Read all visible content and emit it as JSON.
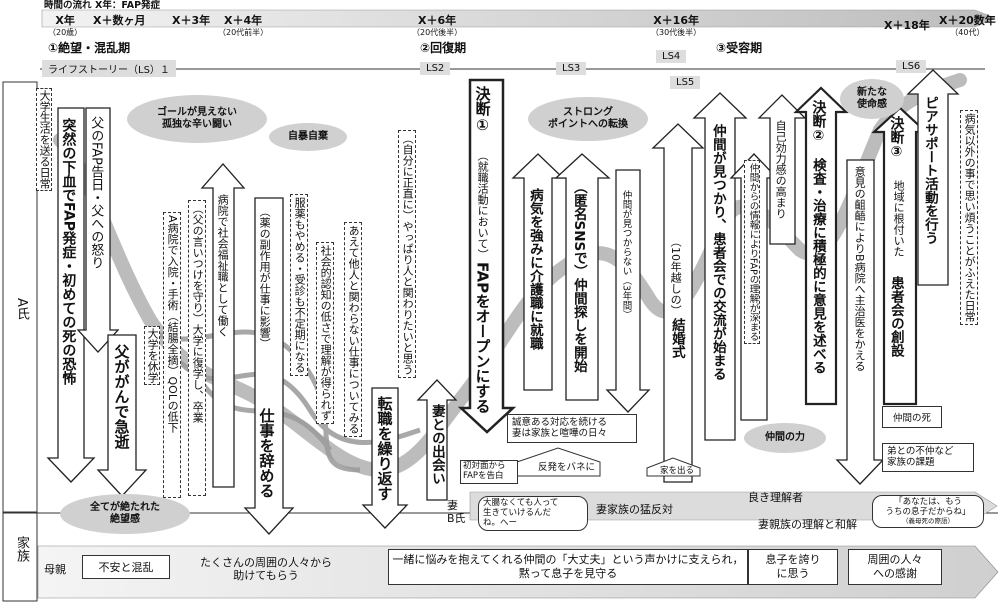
{
  "timeline": {
    "flow_label": "時間の流れ",
    "x_label": "X年：FAP発症",
    "ticks": [
      {
        "label": "X年",
        "sub": "（20歳）"
      },
      {
        "label": "X＋数ヶ月",
        "sub": ""
      },
      {
        "label": "X＋3年",
        "sub": ""
      },
      {
        "label": "X＋4年",
        "sub": "（20代前半）"
      },
      {
        "label": "X＋6年",
        "sub": "（20代後半）"
      },
      {
        "label": "X＋16年",
        "sub": "（30代後半）"
      },
      {
        "label": "X＋18年",
        "sub": ""
      },
      {
        "label": "X＋20数年",
        "sub": "（40代）"
      }
    ]
  },
  "phases": [
    "①絶望・混乱期",
    "②回復期",
    "③受容期"
  ],
  "ls_label": "ライフストーリー（LS）１",
  "ls_tags": [
    "LS2",
    "LS3",
    "LS4",
    "LS5",
    "LS6"
  ],
  "rows": {
    "a_shi": "A氏",
    "kazoku": "家族"
  },
  "ovals": {
    "goal": "ゴールが見えない\n孤独な辛い闘い",
    "jibo": "自暴自棄",
    "strong": "ストロング\nポイントへの転換",
    "shinano": "新たな\n使命感",
    "zetsubo": "全てが絶たれた\n絶望感",
    "nakama": "仲間の力"
  },
  "vtexts": {
    "daigaku_life": "大学生活を送る日常",
    "totsuzen": "突然の下血でFAP発症・初めての死の恐怖",
    "chichi_kokuchi": "父のFAP告日・父への怒り",
    "chichi_gan": "父ががんで急逝",
    "daigaku_kyugaku": "大学を休学",
    "a_byoin": "A病院で入院・手術（結腸全摘）QOLの低下",
    "chichi_iitsuke": "（父の言いつけを守り）大学に復学し、卒業",
    "byoin_fukushi": "病院で社会福祉職として働く",
    "kusuri": "（薬の副作用が仕事に影響）",
    "shigoto_yame": "仕事を辞める",
    "fukuyaku": "服薬もやめる・受診も不定期になる",
    "shakai_ninchi": "社会的認知の低さで理解が得られず",
    "aete": "あえて他人と関わらない仕事についてみる",
    "tenshoku": "転職を繰り返す",
    "jibun_shojiki": "（自分に正直に）やっぱり人と関わりたいと思う",
    "tsuma_deai": "妻との出会い",
    "ketsudan1": "決断①",
    "shushoku_katsudo": "（就職活動において）",
    "fap_open": "FAPをオープンにする",
    "byoki_tsuyomi": "病気を強みに介護職に就職",
    "tokumei": "（匿名SNSで）仲間探しを開始",
    "nakama_mitsu": "仲間が見つからない（3年間）",
    "nenkoshi": "（10年越しの）",
    "kekkonshiki": "結婚式",
    "nakama_kanja": "仲間が見つかり、患者会での交流が始まる",
    "nakama_joho": "仲間からの情報によりFAPの理解が深まる",
    "jiko_koryoku": "自己効力感の高まり",
    "ketsudan2": "決断②",
    "kensa": "検査・治療に積極的に意見を述べる",
    "iken_sorai": "意見の齟齬によりB病院へ主治医をかえる",
    "ketsudan3": "決断③",
    "chiiki": "地域に根付いた",
    "kanjakai_soritsu": "患者会の創設",
    "peer": "ピアサポート活動を行う",
    "byoki_igai": "病気以外の事で思い煩うことがふえた日常"
  },
  "boxes": {
    "seii": "誠意ある対応を続ける\n妻は家族と喧嘩の日々",
    "hanpatsu": "反発をバネに",
    "ie_deru": "家を出る",
    "shotaimen": "初対面から\nFAPを告白",
    "nakama_shi": "仲間の死",
    "tsuma_fuwa": "弟との不仲など\n家族の課題",
    "tsuma_b": "妻\nB氏",
    "daijobu_bubble": "大腸なくても人って\n生きていけるんだ\nね。へー",
    "tsuma_kazoku": "妻家族の猛反対",
    "yoki_rikaisha": "良き理解者",
    "tsuma_shinzoku": "妻親族の理解と和解",
    "anata_quote": "「あなたは、もう\nうちの息子だからね」",
    "anata_sub": "（義母死の際語）",
    "hahaoya": "母親",
    "fuan": "不安と混乱",
    "takusan": "たくさんの周囲の人々から\n助けてもらう",
    "issho": "一緒に悩みを抱えてくれる仲間の「大丈夫」という声かけに支えられ，\n黙って息子を見守る",
    "musuko": "息子を誇り\nに思う",
    "shui": "周囲の人々\nへの感謝"
  }
}
